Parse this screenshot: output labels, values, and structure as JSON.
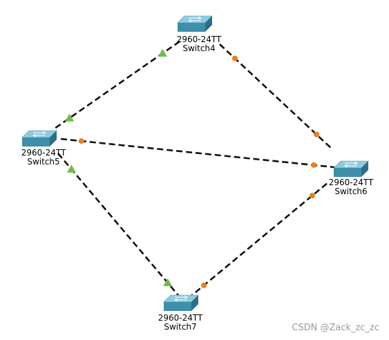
{
  "colors": {
    "link": "#111111",
    "port_up": "#6cbd45",
    "port_down": "#ef7d1a",
    "switch_top": "#8fcadd",
    "switch_front": "#3f8eaa",
    "switch_side": "#2b6f87"
  },
  "devices": [
    {
      "id": "switch4",
      "model": "2960-24TT",
      "name": "Switch4",
      "icon": "switch-icon"
    },
    {
      "id": "switch5",
      "model": "2960-24TT",
      "name": "Switch5",
      "icon": "switch-icon"
    },
    {
      "id": "switch6",
      "model": "2960-24TT",
      "name": "Switch6",
      "icon": "switch-icon"
    },
    {
      "id": "switch7",
      "model": "2960-24TT",
      "name": "Switch7",
      "icon": "switch-icon"
    }
  ],
  "links": [
    {
      "from": "switch4",
      "to": "switch5",
      "status_from": "up",
      "status_to": "up"
    },
    {
      "from": "switch4",
      "to": "switch6",
      "status_from": "down",
      "status_to": "down"
    },
    {
      "from": "switch5",
      "to": "switch6",
      "status_from": "down",
      "status_to": "down"
    },
    {
      "from": "switch5",
      "to": "switch7",
      "status_from": "up",
      "status_to": "up"
    },
    {
      "from": "switch7",
      "to": "switch6",
      "status_from": "down",
      "status_to": "down"
    }
  ],
  "watermark": "CSDN @Zack_zc_zc"
}
